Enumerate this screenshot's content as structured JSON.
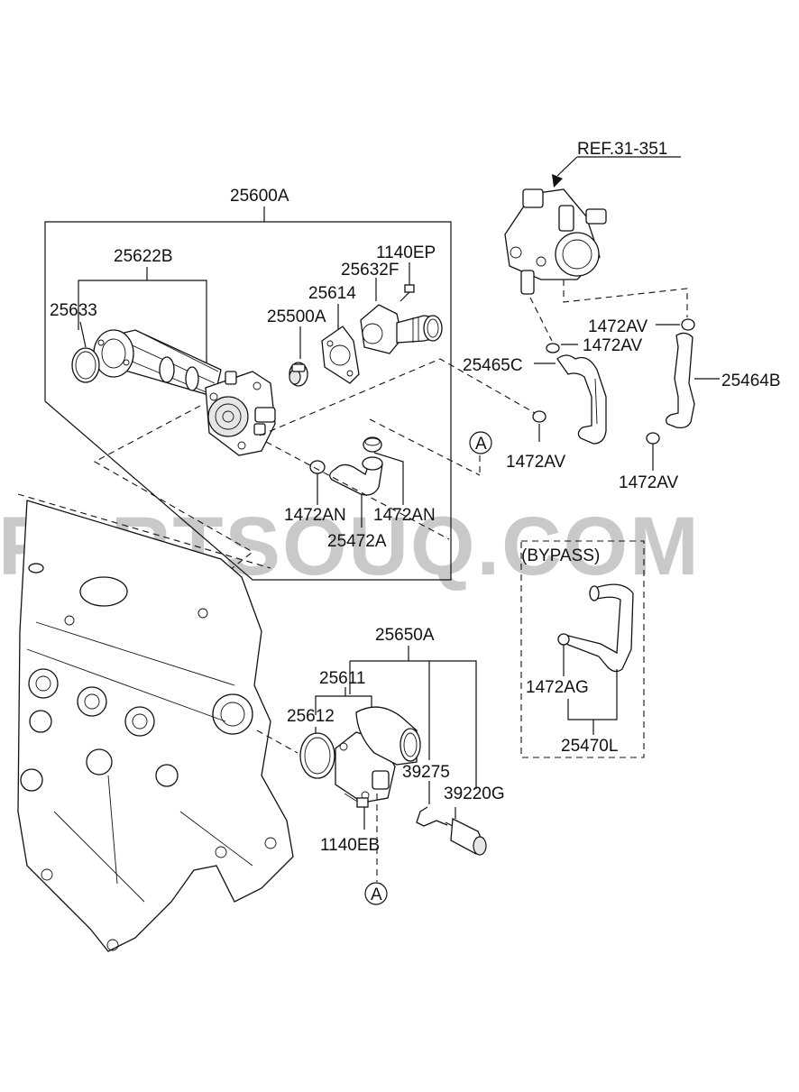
{
  "watermark": "PARTSOUQ.COM",
  "ref_label": "REF.31-351",
  "bypass_label": "(BYPASS)",
  "callout_a": "A",
  "labels": {
    "p25600A": "25600A",
    "p25622B": "25622B",
    "p25633": "25633",
    "p1140EP": "1140EP",
    "p25632F": "25632F",
    "p25614": "25614",
    "p25500A": "25500A",
    "p25465C": "25465C",
    "p1472AV_1": "1472AV",
    "p1472AV_2": "1472AV",
    "p25464B": "25464B",
    "p1472AV_3": "1472AV",
    "p1472AV_4": "1472AV",
    "p1472AN_1": "1472AN",
    "p1472AN_2": "1472AN",
    "p25472A": "25472A",
    "p25650A": "25650A",
    "p25611": "25611",
    "p25612": "25612",
    "p39275": "39275",
    "p39220G": "39220G",
    "p1140EB": "1140EB",
    "p1472AG": "1472AG",
    "p25470L": "25470L"
  }
}
